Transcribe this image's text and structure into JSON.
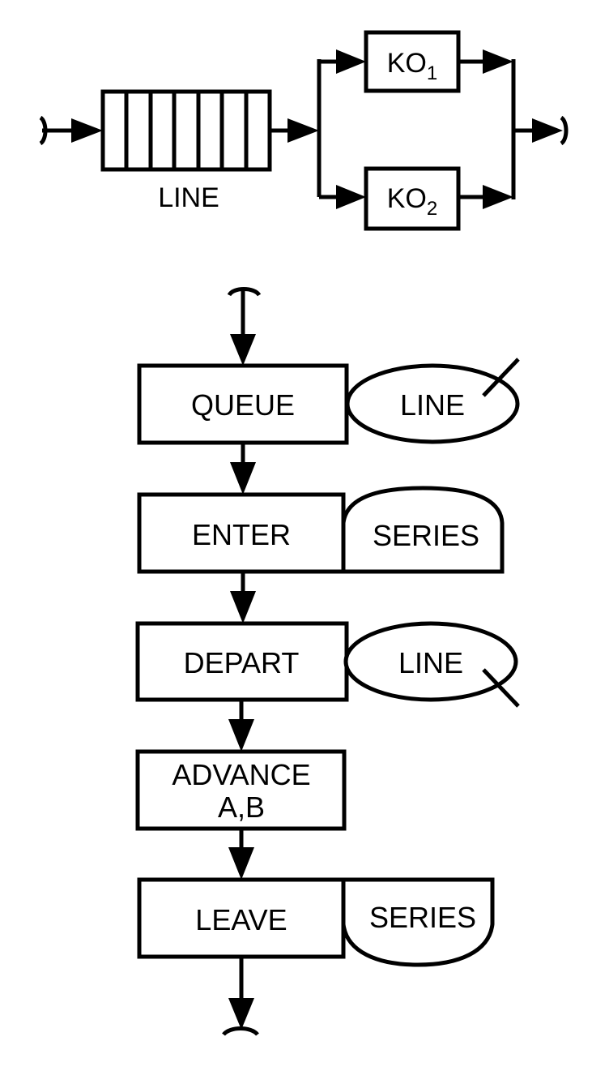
{
  "queue_diagram": {
    "line_label": "LINE",
    "channel_1": {
      "main": "KO",
      "sub": "1"
    },
    "channel_2": {
      "main": "KO",
      "sub": "2"
    },
    "queue_slots": 7
  },
  "gpss_blocks": [
    {
      "label": "QUEUE",
      "entity": "LINE",
      "entity_shape": "ellipse-in"
    },
    {
      "label": "ENTER",
      "entity": "SERIES",
      "entity_shape": "storage-enter"
    },
    {
      "label": "DEPART",
      "entity": "LINE",
      "entity_shape": "ellipse-out"
    },
    {
      "label_line1": "ADVANCE",
      "label_line2": "A,B"
    },
    {
      "label": "LEAVE",
      "entity": "SERIES",
      "entity_shape": "storage-leave"
    }
  ]
}
